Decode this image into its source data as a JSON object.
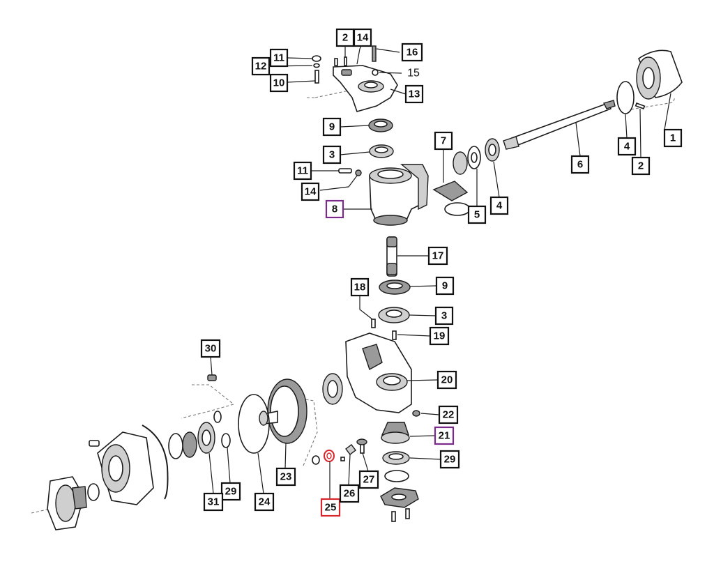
{
  "diagram": {
    "style": {
      "label_border_default": "#111111",
      "label_border_purple": "#7a2a8a",
      "label_border_red": "#d9262c",
      "line_color": "#1b1b1b",
      "dash_color": "#777777"
    },
    "labels": [
      {
        "id": "l-1",
        "text": "1",
        "variant": "default"
      },
      {
        "id": "l-2a",
        "text": "2",
        "variant": "default"
      },
      {
        "id": "l-2b",
        "text": "2",
        "variant": "default"
      },
      {
        "id": "l-3a",
        "text": "3",
        "variant": "default"
      },
      {
        "id": "l-3b",
        "text": "3",
        "variant": "default"
      },
      {
        "id": "l-4a",
        "text": "4",
        "variant": "default"
      },
      {
        "id": "l-4b",
        "text": "4",
        "variant": "default"
      },
      {
        "id": "l-5",
        "text": "5",
        "variant": "default"
      },
      {
        "id": "l-6",
        "text": "6",
        "variant": "default"
      },
      {
        "id": "l-7",
        "text": "7",
        "variant": "default"
      },
      {
        "id": "l-8",
        "text": "8",
        "variant": "purple"
      },
      {
        "id": "l-9a",
        "text": "9",
        "variant": "default"
      },
      {
        "id": "l-9b",
        "text": "9",
        "variant": "default"
      },
      {
        "id": "l-10",
        "text": "10",
        "variant": "default"
      },
      {
        "id": "l-11a",
        "text": "11",
        "variant": "default"
      },
      {
        "id": "l-11b",
        "text": "11",
        "variant": "default"
      },
      {
        "id": "l-12",
        "text": "12",
        "variant": "default"
      },
      {
        "id": "l-13",
        "text": "13",
        "variant": "default"
      },
      {
        "id": "l-14a",
        "text": "14",
        "variant": "default"
      },
      {
        "id": "l-14b",
        "text": "14",
        "variant": "default"
      },
      {
        "id": "l-15",
        "text": "15",
        "variant": "plain"
      },
      {
        "id": "l-16",
        "text": "16",
        "variant": "default"
      },
      {
        "id": "l-17",
        "text": "17",
        "variant": "default"
      },
      {
        "id": "l-18",
        "text": "18",
        "variant": "default"
      },
      {
        "id": "l-19",
        "text": "19",
        "variant": "default"
      },
      {
        "id": "l-20",
        "text": "20",
        "variant": "default"
      },
      {
        "id": "l-21",
        "text": "21",
        "variant": "purple"
      },
      {
        "id": "l-22",
        "text": "22",
        "variant": "default"
      },
      {
        "id": "l-23",
        "text": "23",
        "variant": "default"
      },
      {
        "id": "l-24",
        "text": "24",
        "variant": "default"
      },
      {
        "id": "l-25",
        "text": "25",
        "variant": "red"
      },
      {
        "id": "l-26",
        "text": "26",
        "variant": "default"
      },
      {
        "id": "l-27",
        "text": "27",
        "variant": "default"
      },
      {
        "id": "l-29a",
        "text": "29",
        "variant": "default"
      },
      {
        "id": "l-29b",
        "text": "29",
        "variant": "default"
      },
      {
        "id": "l-30",
        "text": "30",
        "variant": "default"
      },
      {
        "id": "l-31",
        "text": "31",
        "variant": "default"
      }
    ]
  }
}
